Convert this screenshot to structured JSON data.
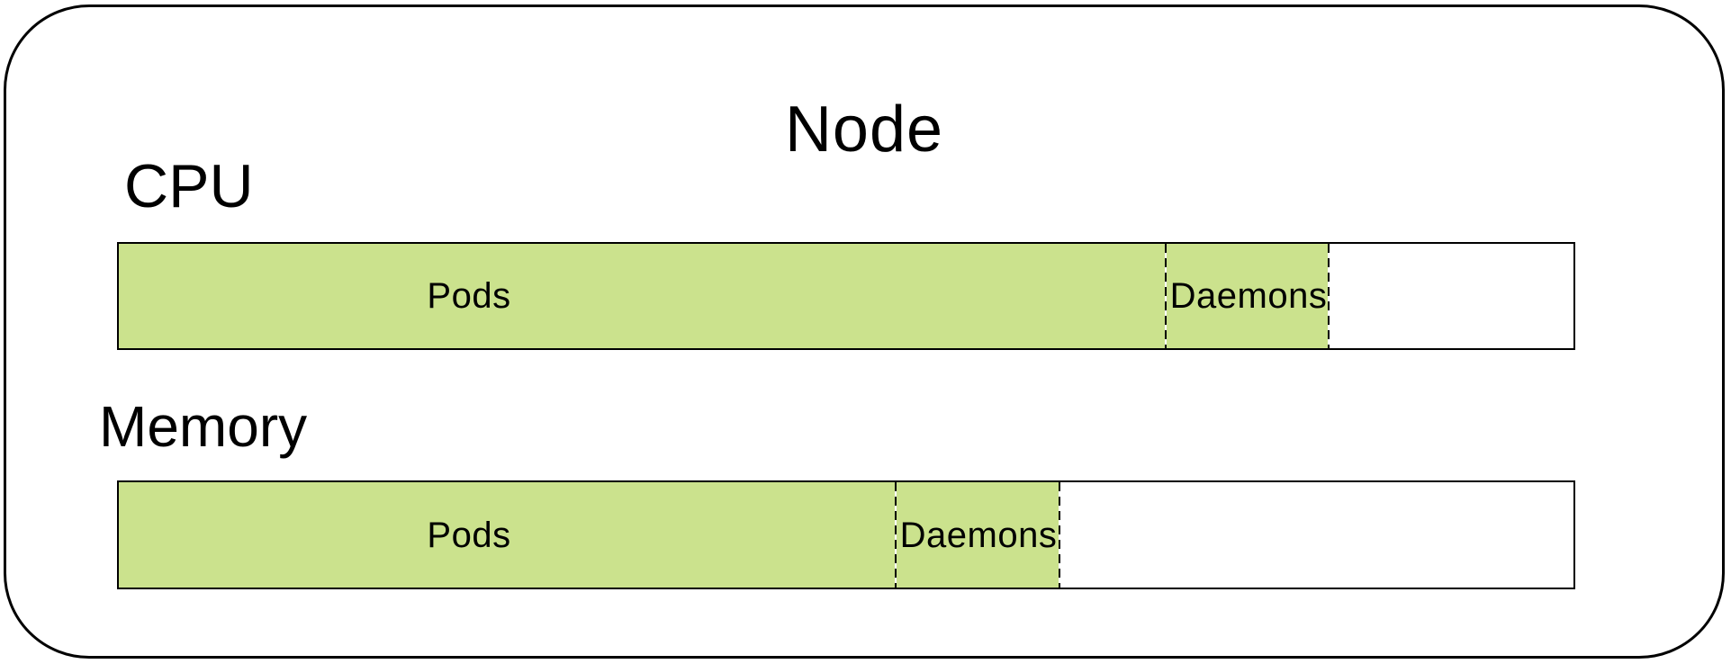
{
  "diagram": {
    "title": "Node",
    "resources": [
      {
        "name": "CPU",
        "segments": [
          {
            "label": "Pods",
            "kind": "allocated"
          },
          {
            "label": "Daemons",
            "kind": "allocated-dashed"
          }
        ],
        "used_fraction_approx": 0.83,
        "pods_fraction_approx": 0.72,
        "daemons_fraction_approx": 0.11
      },
      {
        "name": "Memory",
        "segments": [
          {
            "label": "Pods",
            "kind": "allocated"
          },
          {
            "label": "Daemons",
            "kind": "allocated-dashed"
          }
        ],
        "used_fraction_approx": 0.65,
        "pods_fraction_approx": 0.535,
        "daemons_fraction_approx": 0.115
      }
    ],
    "colors": {
      "segment_fill": "#cbe28d",
      "border": "#000000",
      "background": "#ffffff",
      "text": "#000000"
    }
  }
}
